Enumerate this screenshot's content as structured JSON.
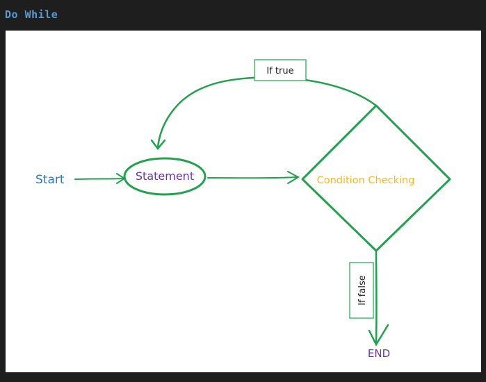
{
  "header": {
    "title": "Do While"
  },
  "diagram": {
    "start_label": "Start",
    "statement_label": "Statement",
    "condition_label": "Condition Checking",
    "true_label": "If true",
    "false_label": "If false",
    "end_label": "END"
  },
  "colors": {
    "stroke": "#1ea24e",
    "start": "#2a7bc0",
    "statement": "#6b35a3",
    "condition": "#f5b820",
    "end": "#6b35a3",
    "title": "#569cd6"
  }
}
